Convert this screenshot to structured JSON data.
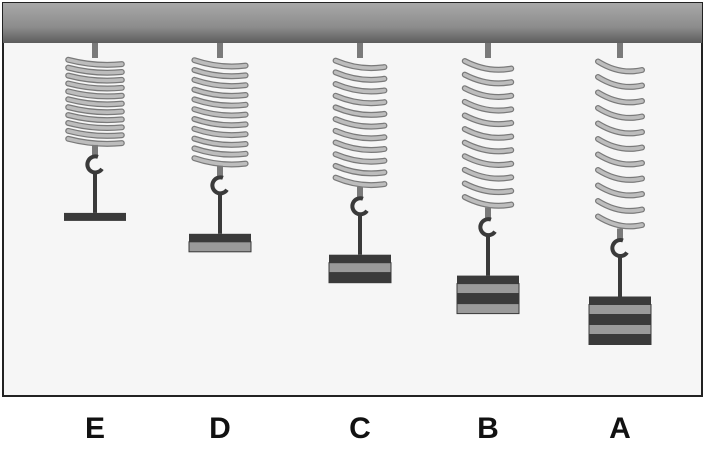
{
  "springs": [
    {
      "label": "E",
      "stretch": 1,
      "mass_bars": 0
    },
    {
      "label": "D",
      "stretch": 2,
      "mass_bars": 1
    },
    {
      "label": "C",
      "stretch": 3,
      "mass_bars": 2
    },
    {
      "label": "B",
      "stretch": 4,
      "mass_bars": 3
    },
    {
      "label": "A",
      "stretch": 5,
      "mass_bars": 4
    }
  ],
  "colors": {
    "ceiling": "#8c8c8c",
    "ceiling_shadow": "#5c5c5c",
    "coil": "#bdbdbd",
    "coil_dark": "#7a7a7a",
    "mass_dark": "#3a3a3a",
    "mass_light": "#9a9a9a",
    "panel_bg": "#f6f6f6",
    "frame": "#222222"
  }
}
